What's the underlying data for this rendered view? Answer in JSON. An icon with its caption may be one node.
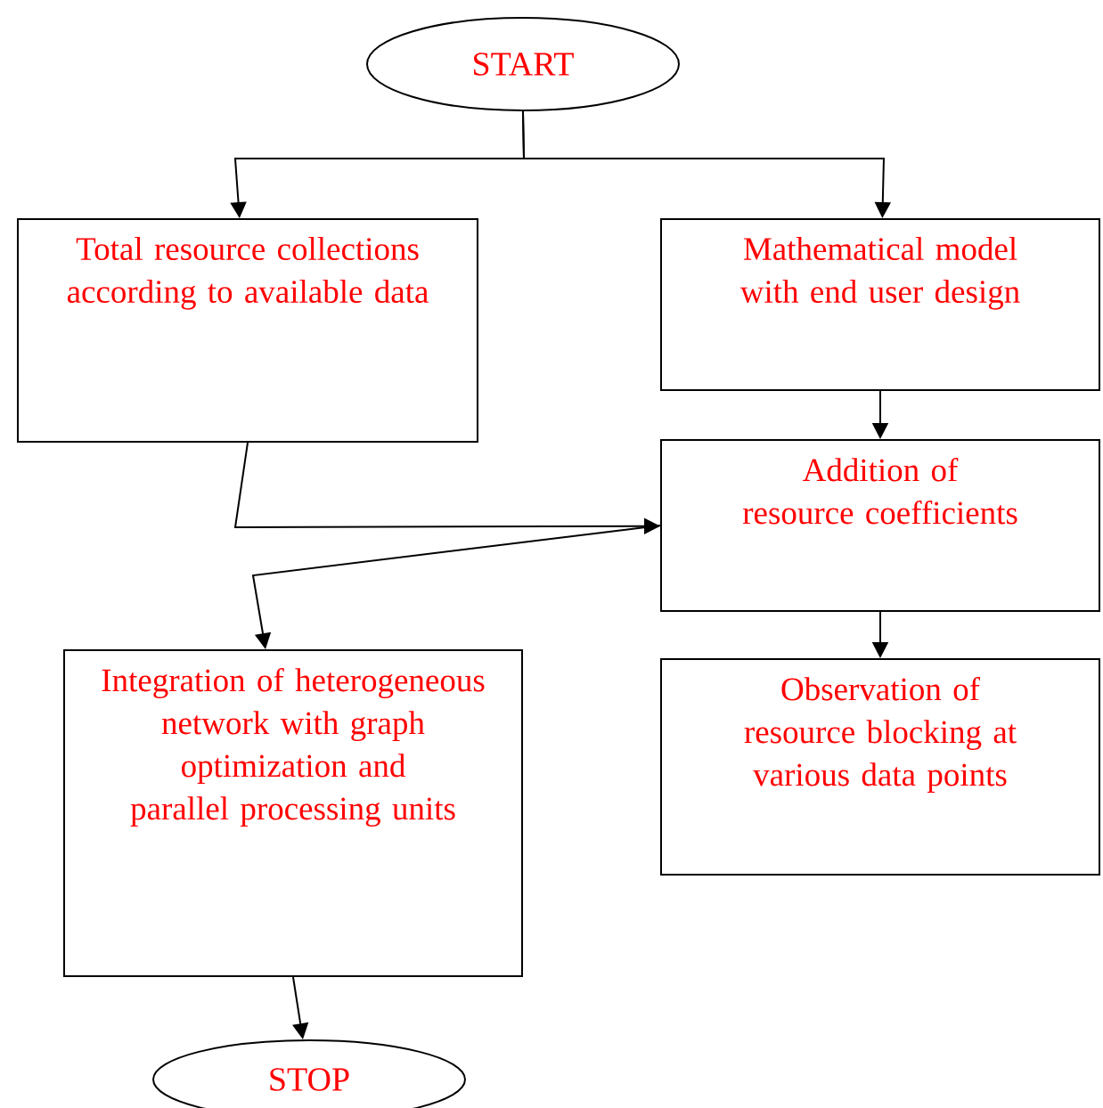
{
  "diagram": {
    "nodes": [
      {
        "text": [
          "START"
        ]
      },
      {
        "text": [
          "Total resource collections according to available data"
        ]
      },
      {
        "text": [
          "Mathematical model with end user design"
        ]
      },
      {
        "text": [
          "Addition of resource coefficients"
        ]
      },
      {
        "text": [
          "Integration of heterogeneous network with graph optimization and parallel processing units"
        ]
      },
      {
        "text": [
          "Observation of resource blocking at various data points"
        ]
      },
      {
        "text": [
          "STOP"
        ]
      }
    ],
    "edges": [
      {
        "from": 0,
        "to": 1,
        "arrow": "to"
      },
      {
        "from": 0,
        "to": 2,
        "arrow": "to"
      },
      {
        "from": 2,
        "to": 3,
        "arrow": "to"
      },
      {
        "from": 1,
        "to": 3,
        "arrow": "to"
      },
      {
        "from": 3,
        "to": 4,
        "arrow": "to"
      },
      {
        "from": 3,
        "to": 5,
        "arrow": "to"
      },
      {
        "from": 4,
        "to": 6,
        "arrow": "to"
      }
    ]
  }
}
